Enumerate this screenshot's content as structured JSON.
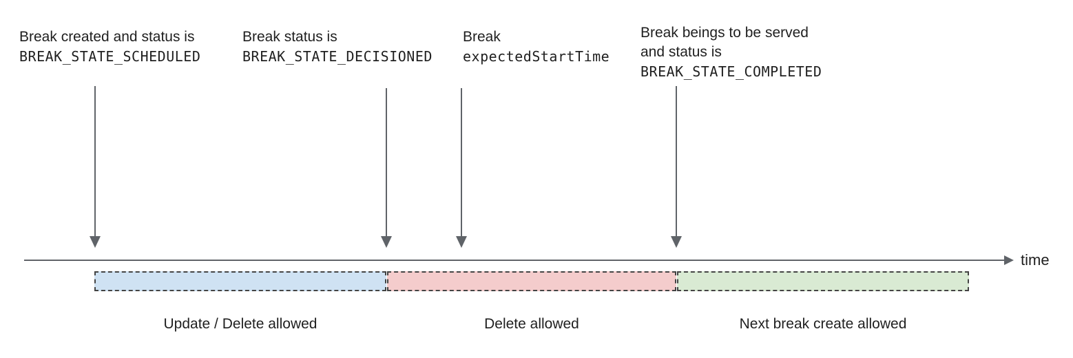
{
  "annotations": [
    {
      "line1": "Break created and status is",
      "code": "BREAK_STATE_SCHEDULED"
    },
    {
      "line1": "Break status is",
      "code": "BREAK_STATE_DECISIONED"
    },
    {
      "line1": "Break",
      "code": "expectedStartTime"
    },
    {
      "line1": "Break beings to be served",
      "line2": "and status is",
      "code": "BREAK_STATE_COMPLETED"
    }
  ],
  "timeline": {
    "axis_label": "time"
  },
  "segments": [
    {
      "label": "Update / Delete allowed",
      "color": "#cfe2f3"
    },
    {
      "label": "Delete allowed",
      "color": "#f4cccc"
    },
    {
      "label": "Next break create allowed",
      "color": "#d9ead3"
    }
  ],
  "colors": {
    "arrow": "#5f6368",
    "dashed_border": "#434343",
    "text": "#1f1f1f"
  }
}
